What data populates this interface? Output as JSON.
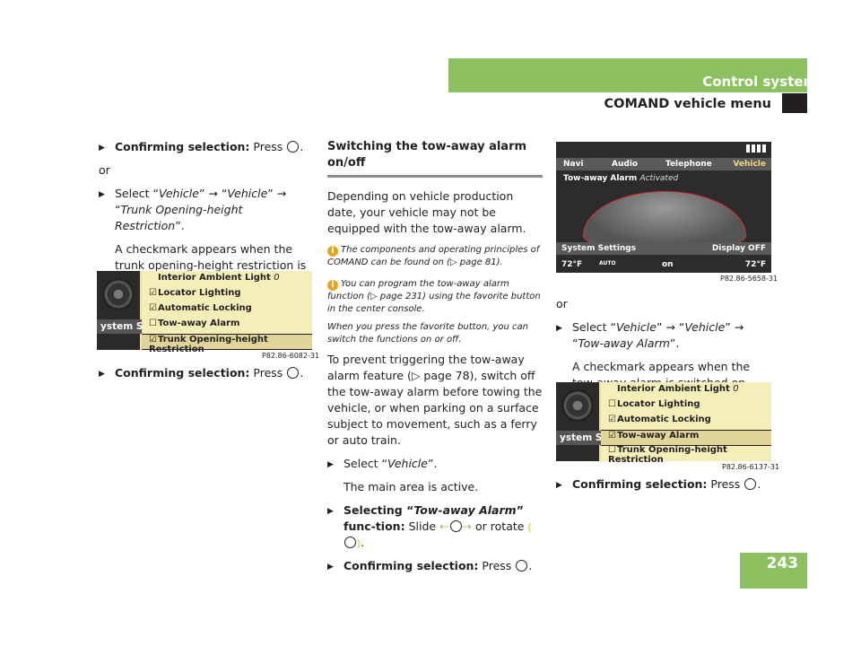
{
  "header": {
    "section": "Control systems",
    "subsection": "COMAND vehicle menu"
  },
  "page_number": "243",
  "col1": {
    "step1_label": "Confirming selection:",
    "step1_text": "Press",
    "or1": "or",
    "step2_a": "Select “",
    "step2_i1": "Vehicle",
    "step2_b": "” → “",
    "step2_i2": "Vehicle",
    "step2_c": "” → “",
    "step2_i3": "Trunk Opening-height Restriction",
    "step2_d": "”.",
    "para1": "A checkmark appears when the trunk opening-height restriction is switched on.",
    "img_caption": "P82.86-6082-31",
    "step3_label": "Confirming selection:",
    "step3_text": "Press"
  },
  "menu1": {
    "side_label": "ystem Set",
    "rows": [
      {
        "check": "",
        "text": "Interior Ambient Light",
        "val": "0"
      },
      {
        "check": "☑",
        "text": "Locator Lighting",
        "val": ""
      },
      {
        "check": "☑",
        "text": "Automatic Locking",
        "val": ""
      },
      {
        "check": "☐",
        "text": "Tow-away Alarm",
        "val": ""
      },
      {
        "check": "☑",
        "text": "Trunk Opening-height Restriction",
        "val": ""
      }
    ]
  },
  "col2": {
    "heading": "Switching the tow-away alarm on/off",
    "para1": "Depending on vehicle production date, your vehicle may not be equipped with the tow-away alarm.",
    "note1": "The components and operating principles of COMAND can be found on (▷ page 81).",
    "note2": "You can program the tow-away alarm function (▷ page 231) using the favorite button in the center console.",
    "note3": "When you press the favorite button, you can switch the functions on or off.",
    "para2": "To prevent triggering the tow-away alarm feature (▷ page 78), switch off the tow-away alarm before towing the vehicle, or when parking on a surface subject to movement, such as a ferry or auto train.",
    "step1_a": "Select “",
    "step1_i": "Vehicle",
    "step1_b": "”.",
    "para3": "The main area is active.",
    "step2_label_a": "Selecting “",
    "step2_label_i": "Tow-away Alarm",
    "step2_label_b": "” func-tion:",
    "step2_text_a": "Slide",
    "step2_text_b": "or rotate",
    "step3_label": "Confirming selection:",
    "step3_text": "Press"
  },
  "car_screen": {
    "tabs": [
      "Navi",
      "Audio",
      "Telephone",
      "Vehicle"
    ],
    "title": "Tow-away Alarm",
    "status": "Activated",
    "bottom_left": "System Settings",
    "bottom_right": "Display OFF",
    "temp_left": "72°F",
    "temp_right": "72°F",
    "auto1": "AUTO",
    "on": "on",
    "caption": "P82.86-5658-31"
  },
  "col3": {
    "or1": "or",
    "step1_a": "Select “",
    "step1_i1": "Vehicle",
    "step1_b": "” → “",
    "step1_i2": "Vehicle",
    "step1_c": "” → “",
    "step1_i3": "Tow-away Alarm",
    "step1_d": "”.",
    "para1": "A checkmark appears when the tow-away alarm is switched on.",
    "img_caption": "P82.86-6137-31",
    "step2_label": "Confirming selection:",
    "step2_text": "Press"
  },
  "menu2": {
    "side_label": "ystem Set",
    "rows": [
      {
        "check": "",
        "text": "Interior Ambient Light",
        "val": "0"
      },
      {
        "check": "☐",
        "text": "Locator Lighting",
        "val": ""
      },
      {
        "check": "☑",
        "text": "Automatic Locking",
        "val": ""
      },
      {
        "check": "☑",
        "text": "Tow-away Alarm",
        "val": ""
      },
      {
        "check": "☐",
        "text": "Trunk Opening-height Restriction",
        "val": ""
      }
    ]
  }
}
